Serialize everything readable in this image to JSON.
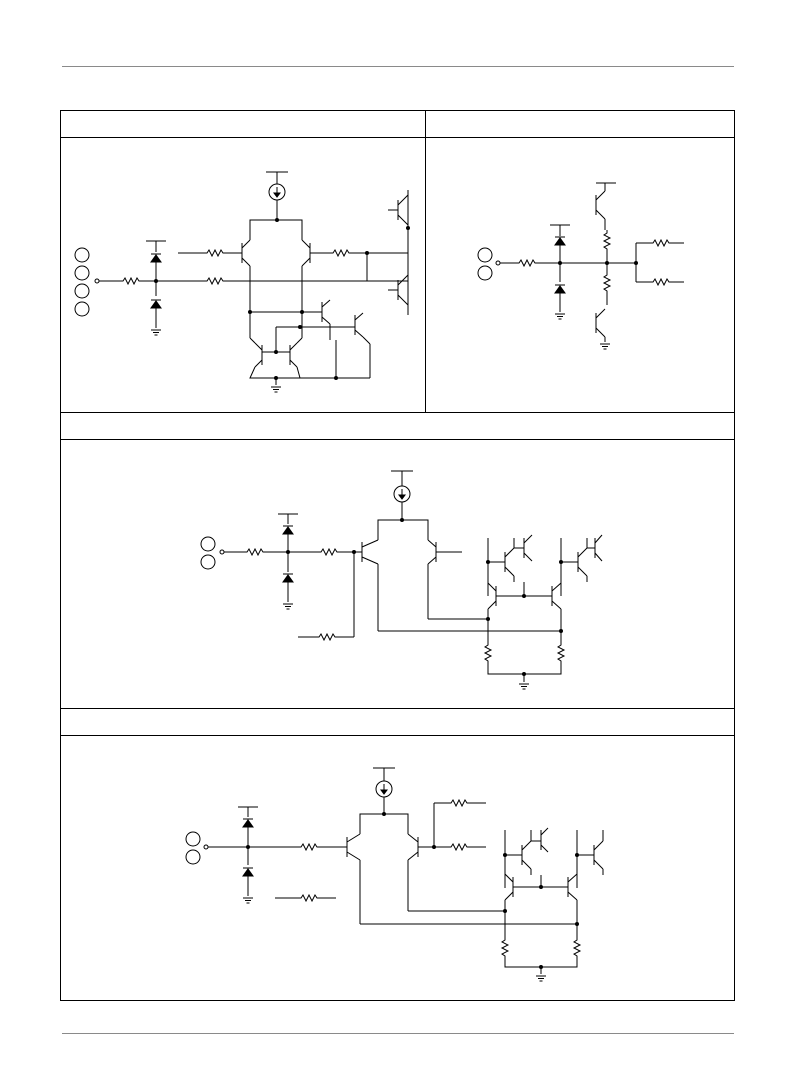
{
  "page": {
    "header_rule": true,
    "footer_rule": true
  },
  "panels": [
    {
      "id": "top-left",
      "caption": ""
    },
    {
      "id": "top-right",
      "caption": ""
    },
    {
      "id": "middle",
      "caption": ""
    },
    {
      "id": "bottom",
      "caption": ""
    }
  ],
  "colors": {
    "ink": "#000000",
    "rule": "#8a8a8a",
    "background": "#ffffff"
  }
}
